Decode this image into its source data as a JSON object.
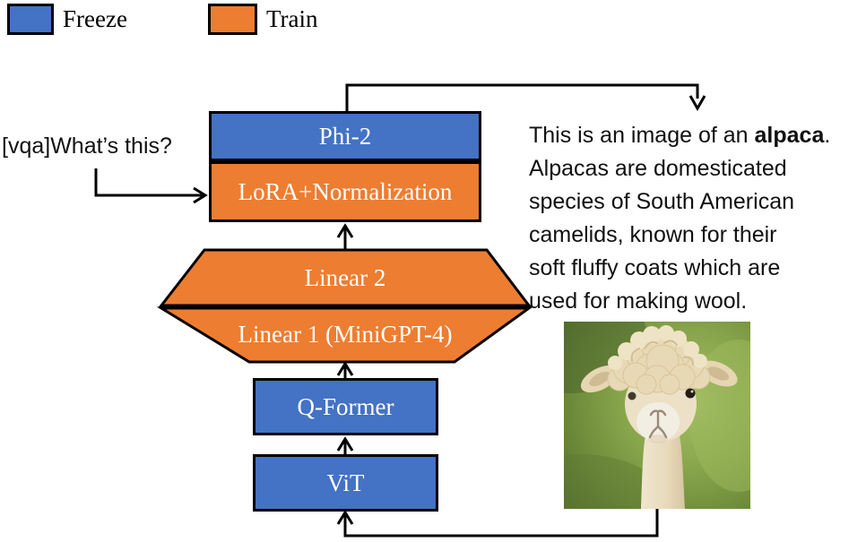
{
  "legend": {
    "freeze_label": "Freeze",
    "train_label": "Train"
  },
  "input": {
    "question": "[vqa]What’s this?"
  },
  "blocks": {
    "phi2": "Phi-2",
    "lora": "LoRA+Normalization",
    "linear2": "Linear 2",
    "linear1": "Linear 1 (MiniGPT-4)",
    "qformer": "Q-Former",
    "vit": "ViT"
  },
  "output": {
    "l1a": "This is an image of an ",
    "l1b": "alpaca",
    "l1c": ".",
    "lines": [
      "Alpacas are domesticated",
      "species of South American",
      "camelids, known for their",
      "soft fluffy coats which are",
      "used for making wool."
    ]
  },
  "image": {
    "description": "alpaca photo"
  },
  "colors": {
    "freeze_blue": "#4472C4",
    "train_orange": "#ED7D31",
    "line_black": "#000000"
  }
}
